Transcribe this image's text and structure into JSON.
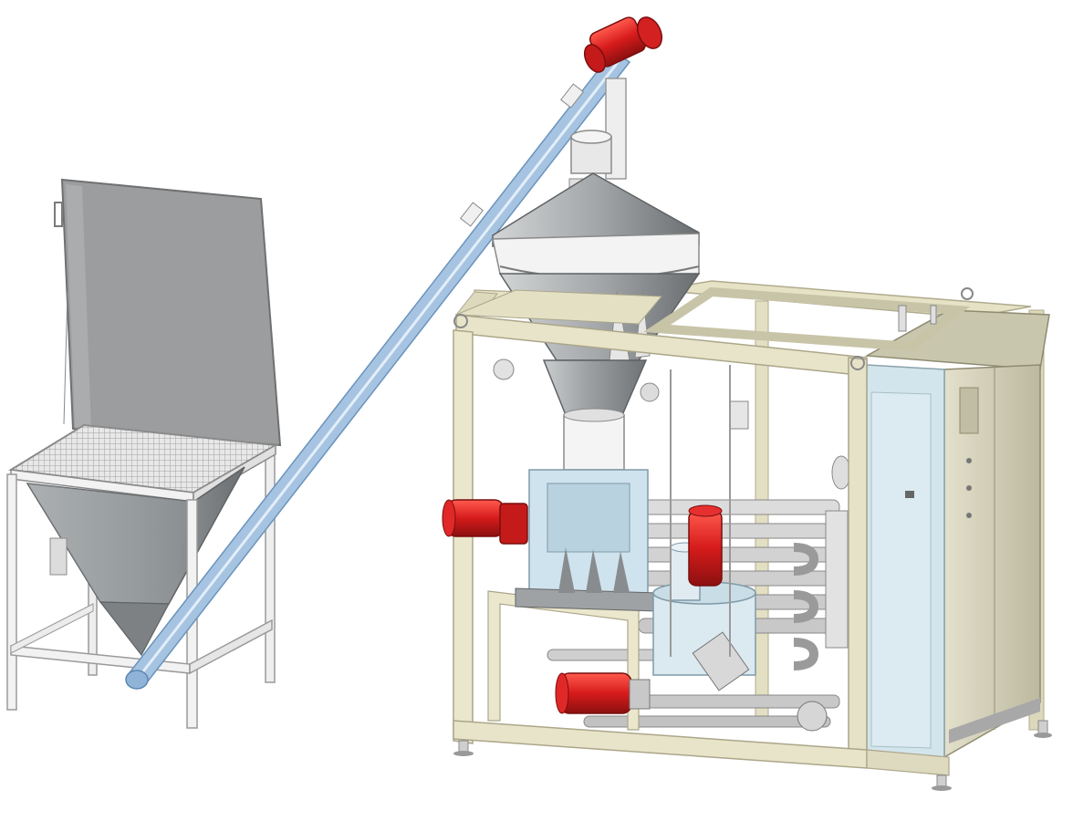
{
  "scene": {
    "subject": "powder-mixing-plant-render",
    "components": [
      "hopper-with-grate-and-lid",
      "screw-conveyor",
      "conveyor-drive-motor",
      "cyclone-hopper",
      "frame-skid",
      "control-cabinet",
      "mixer-tank",
      "pump-motors",
      "tubular-heat-exchanger"
    ]
  },
  "colors": {
    "background": "#ffffff",
    "frame": "#e6e2c6",
    "frame_edge": "#b9b497",
    "steel": "#a9adaf",
    "steel_dark": "#7f8385",
    "lid": "#999b9d",
    "conveyor": "#9fc3e4",
    "conveyor_edge": "#6c95bf",
    "motor_red": "#d91f1f",
    "motor_dark": "#8f1212",
    "panel_blue": "#d4e6ee",
    "cabinet": "#d8d5bf",
    "cabinet_side": "#c5c2a9",
    "white_part": "#f2f2f2"
  }
}
